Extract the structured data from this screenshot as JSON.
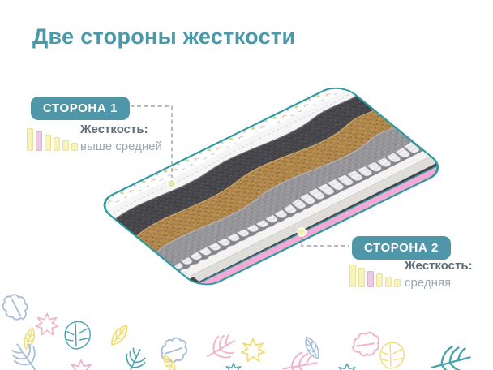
{
  "title": {
    "text": "Две стороны жесткости"
  },
  "sides": {
    "side1": {
      "badge": "СТОРОНА 1",
      "firmness_label": "Жесткость:",
      "firmness_value": "выше средней",
      "scale": {
        "bars": 6,
        "active_bar": 2
      }
    },
    "side2": {
      "badge": "СТОРОНА 2",
      "firmness_label": "Жесткость:",
      "firmness_value": "средняя",
      "scale": {
        "bars": 6,
        "active_bar": 3
      }
    }
  },
  "colors": {
    "accent_teal": "#2d9aa0",
    "badge_teal": "#4f96a9",
    "title_teal": "#4a98ac",
    "mattress_pink": "#f3a9d6",
    "bar_yellow": "#f7f3ba",
    "bar_pink": "#eccae4",
    "label_dark": "#5b6c78",
    "label_light": "#9ba6ae"
  }
}
